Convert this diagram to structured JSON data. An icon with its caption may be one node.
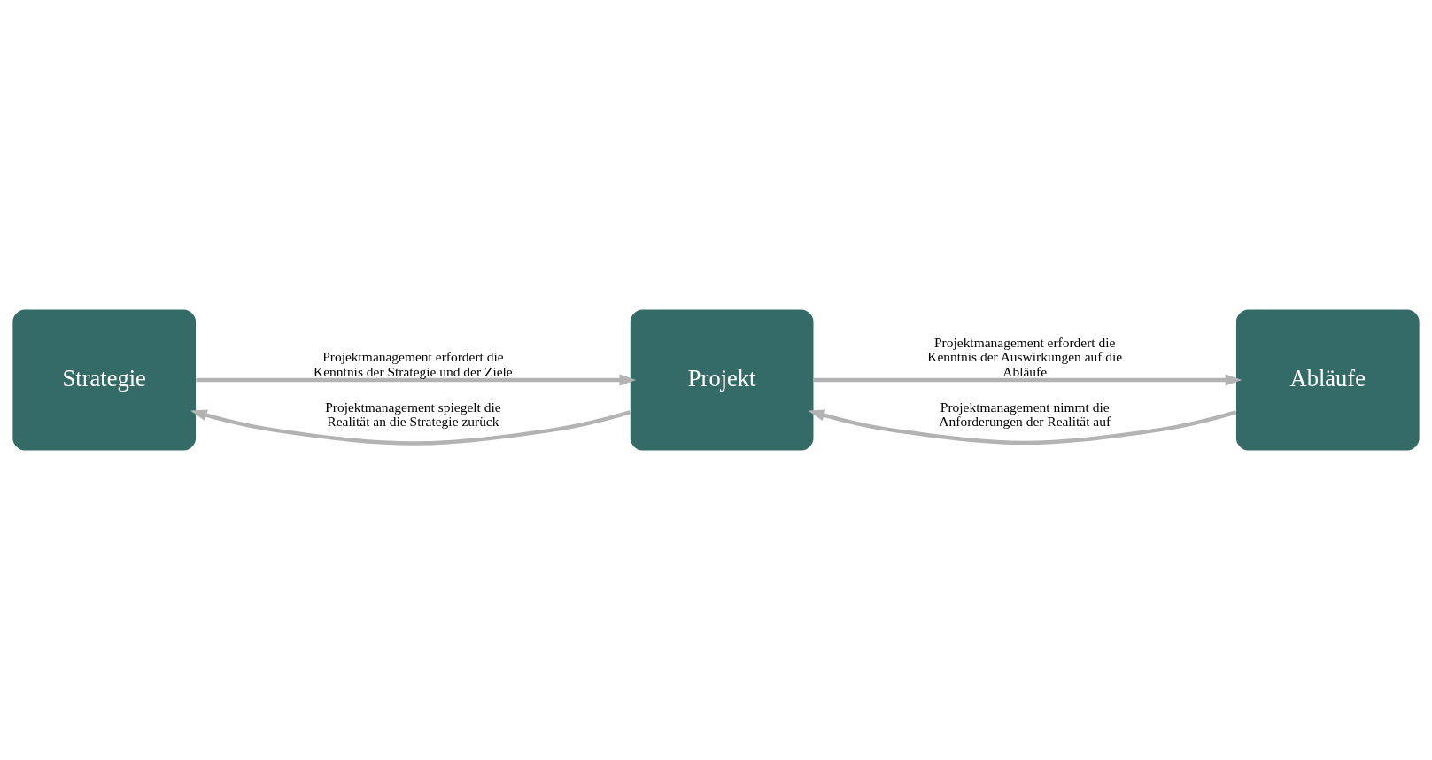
{
  "diagram": {
    "nodes": [
      {
        "text": [
          "Strategie"
        ]
      },
      {
        "text": [
          "Projekt"
        ]
      },
      {
        "text": [
          "Abläufe"
        ]
      }
    ],
    "edges": [
      {
        "from": 0,
        "to": 1,
        "arrow": "to",
        "label": "Projektmanagement erfordert die Kenntnis der Strategie und der Ziele"
      },
      {
        "from": 1,
        "to": 2,
        "arrow": "to",
        "label": "Projektmanagement erfordert die Kenntnis der Auswirkungen auf die Abläufe"
      },
      {
        "from": 1,
        "to": 0,
        "arrow": "to",
        "label": "Projektmanagement spiegelt die Realität an die Strategie zurück"
      },
      {
        "from": 2,
        "to": 1,
        "arrow": "to",
        "label": "Projektmanagement nimmt die Anforderungen der Realität auf"
      }
    ]
  }
}
